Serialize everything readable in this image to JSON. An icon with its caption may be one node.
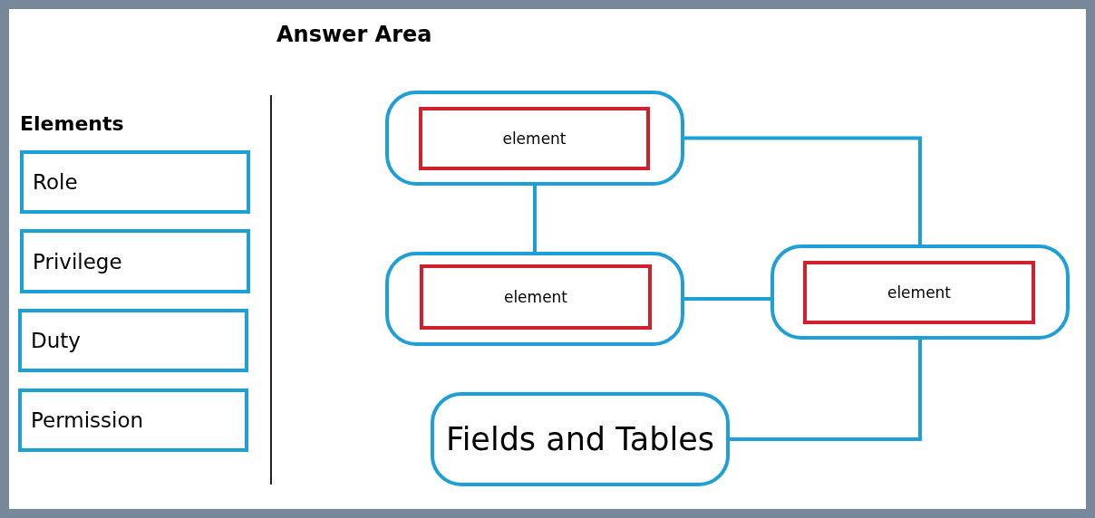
{
  "diagram": {
    "title": "Answer Area",
    "nodes": [
      {
        "text": [
          "Role"
        ]
      },
      {
        "text": [
          "Privilege"
        ]
      },
      {
        "text": [
          "Duty"
        ]
      },
      {
        "text": [
          "Permission"
        ]
      },
      {
        "text": [],
        "shape": "box"
      },
      {
        "text": [
          "element"
        ],
        "in": 4
      },
      {
        "text": [],
        "shape": "box"
      },
      {
        "text": [
          "element"
        ],
        "in": 6
      },
      {
        "text": [],
        "shape": "box"
      },
      {
        "text": [
          "element"
        ],
        "in": 8
      },
      {
        "text": [
          "Fields and Tables"
        ]
      }
    ],
    "edges": [
      {
        "from": 4,
        "to": 6,
        "arrow": "none"
      },
      {
        "from": 4,
        "to": 8,
        "arrow": "none"
      },
      {
        "from": 6,
        "to": 8,
        "arrow": "none"
      },
      {
        "from": 8,
        "to": 10,
        "arrow": "none"
      }
    ],
    "labels": [
      "Elements"
    ]
  }
}
